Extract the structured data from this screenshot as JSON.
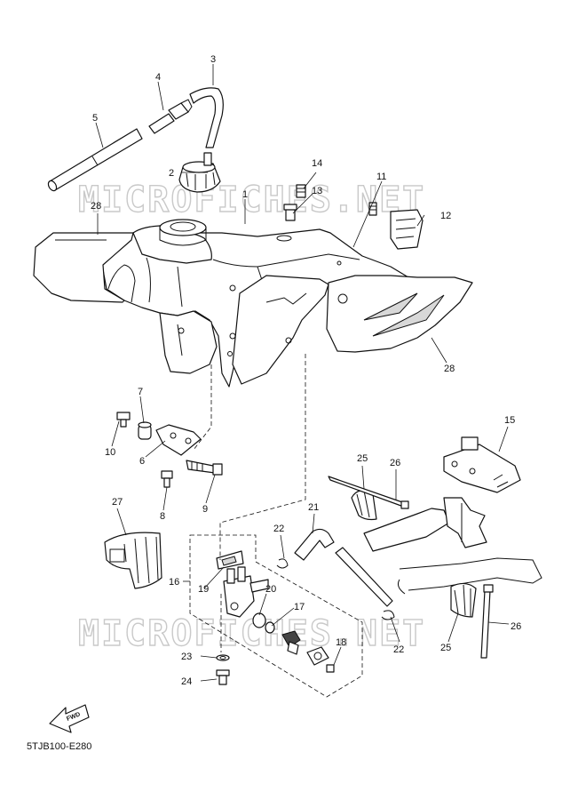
{
  "diagram": {
    "watermarks": [
      "MICROFICHES.NET",
      "MICROFICHES.NET"
    ],
    "fwd_label": "FWD",
    "drawing_code": "5TJB100-E280",
    "callouts": [
      {
        "id": "c1",
        "text": "1"
      },
      {
        "id": "c2",
        "text": "2"
      },
      {
        "id": "c3",
        "text": "3"
      },
      {
        "id": "c4",
        "text": "4"
      },
      {
        "id": "c5",
        "text": "5"
      },
      {
        "id": "c6",
        "text": "6"
      },
      {
        "id": "c7",
        "text": "7"
      },
      {
        "id": "c8",
        "text": "8"
      },
      {
        "id": "c9",
        "text": "9"
      },
      {
        "id": "c10",
        "text": "10"
      },
      {
        "id": "c11",
        "text": "11"
      },
      {
        "id": "c12",
        "text": "12"
      },
      {
        "id": "c13",
        "text": "13"
      },
      {
        "id": "c14",
        "text": "14"
      },
      {
        "id": "c15",
        "text": "15"
      },
      {
        "id": "c16",
        "text": "16"
      },
      {
        "id": "c17",
        "text": "17"
      },
      {
        "id": "c18",
        "text": "18"
      },
      {
        "id": "c19",
        "text": "19"
      },
      {
        "id": "c20",
        "text": "20"
      },
      {
        "id": "c21",
        "text": "21"
      },
      {
        "id": "c22a",
        "text": "22"
      },
      {
        "id": "c22b",
        "text": "22"
      },
      {
        "id": "c23",
        "text": "23"
      },
      {
        "id": "c24",
        "text": "24"
      },
      {
        "id": "c25a",
        "text": "25"
      },
      {
        "id": "c25b",
        "text": "25"
      },
      {
        "id": "c26a",
        "text": "26"
      },
      {
        "id": "c26b",
        "text": "26"
      },
      {
        "id": "c27",
        "text": "27"
      },
      {
        "id": "c28a",
        "text": "28"
      },
      {
        "id": "c28b",
        "text": "28"
      }
    ]
  }
}
